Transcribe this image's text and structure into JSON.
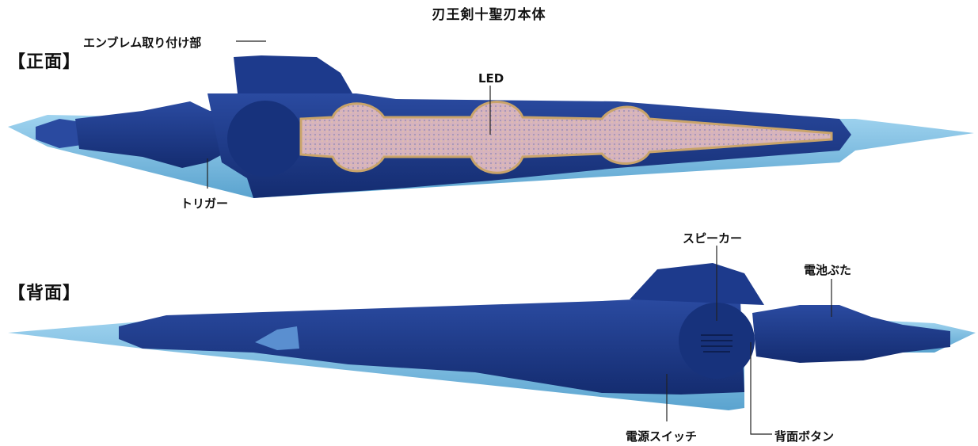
{
  "title": "刃王剣十聖刃本体",
  "front": {
    "label": "【正面】",
    "callouts": {
      "emblem": "エンブレム取り付け部",
      "led": "LED",
      "trigger": "トリガー"
    }
  },
  "back": {
    "label": "【背面】",
    "callouts": {
      "speaker": "スピーカー",
      "battery": "電池ぶた",
      "power_switch": "電源スイッチ",
      "back_button": "背面ボタン"
    }
  },
  "colors": {
    "body_navy": "#1d3a8c",
    "body_dark": "#132a6b",
    "blade_light": "#6fb6dd",
    "blade_edge": "#9fd3ef",
    "led_glow": "#d9b6c0"
  }
}
